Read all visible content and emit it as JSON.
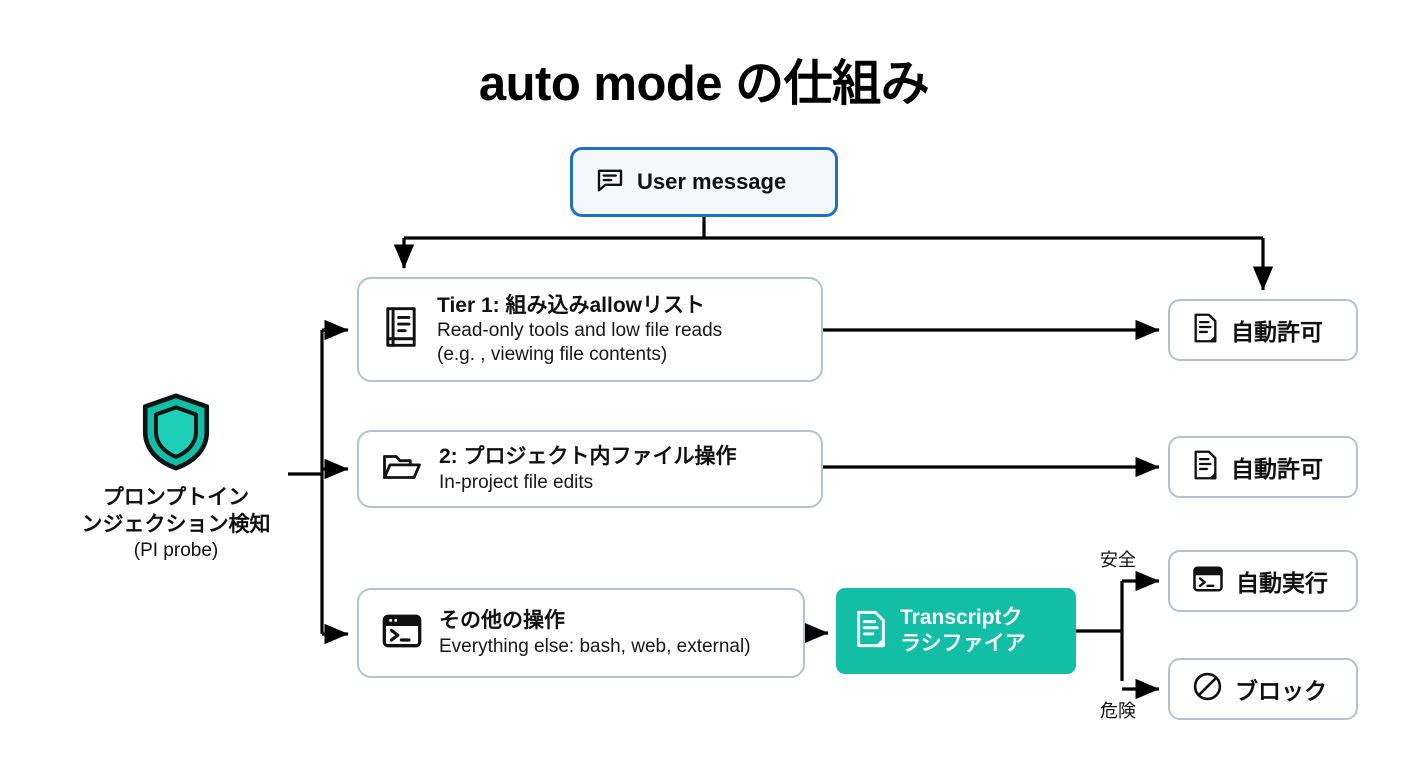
{
  "title": "auto mode の仕組み",
  "colors": {
    "accent_blue": "#1f6fc4",
    "accent_teal": "#12bfa6",
    "box_border": "#b4c2cf",
    "text": "#111111",
    "background": "#ffffff"
  },
  "entry": {
    "icon": "chat-bubble-icon",
    "label": "User message"
  },
  "pi_probe": {
    "icon": "shield-icon",
    "label_line1": "プロンプトイン",
    "label_line2": "ンジェクション検知",
    "sublabel": "(PI probe)"
  },
  "tiers": [
    {
      "id": "tier1",
      "icon": "book-icon",
      "title": "Tier 1: 組み込みallowリスト",
      "sub_line1": "Read-only tools and low file reads",
      "sub_line2": "(e.g. , viewing file contents)"
    },
    {
      "id": "tier2",
      "icon": "folder-icon",
      "title": "2: プロジェクト内ファイル操作",
      "sub_line1": "In-project file edits",
      "sub_line2": ""
    },
    {
      "id": "tier3",
      "icon": "terminal-icon",
      "title": "その他の操作",
      "sub_line1": "Everything else: bash, web, external)",
      "sub_line2": ""
    }
  ],
  "classifier": {
    "icon": "document-icon",
    "label_line1": "Transcriptク",
    "label_line2": "ラシファイア"
  },
  "branch_labels": {
    "safe": "安全",
    "danger": "危険"
  },
  "outcomes": [
    {
      "id": "allow1",
      "icon": "document-icon",
      "label": "自動許可"
    },
    {
      "id": "allow2",
      "icon": "document-icon",
      "label": "自動許可"
    },
    {
      "id": "exec",
      "icon": "terminal-icon",
      "label": "自動実行"
    },
    {
      "id": "block",
      "icon": "ban-icon",
      "label": "ブロック"
    }
  ]
}
